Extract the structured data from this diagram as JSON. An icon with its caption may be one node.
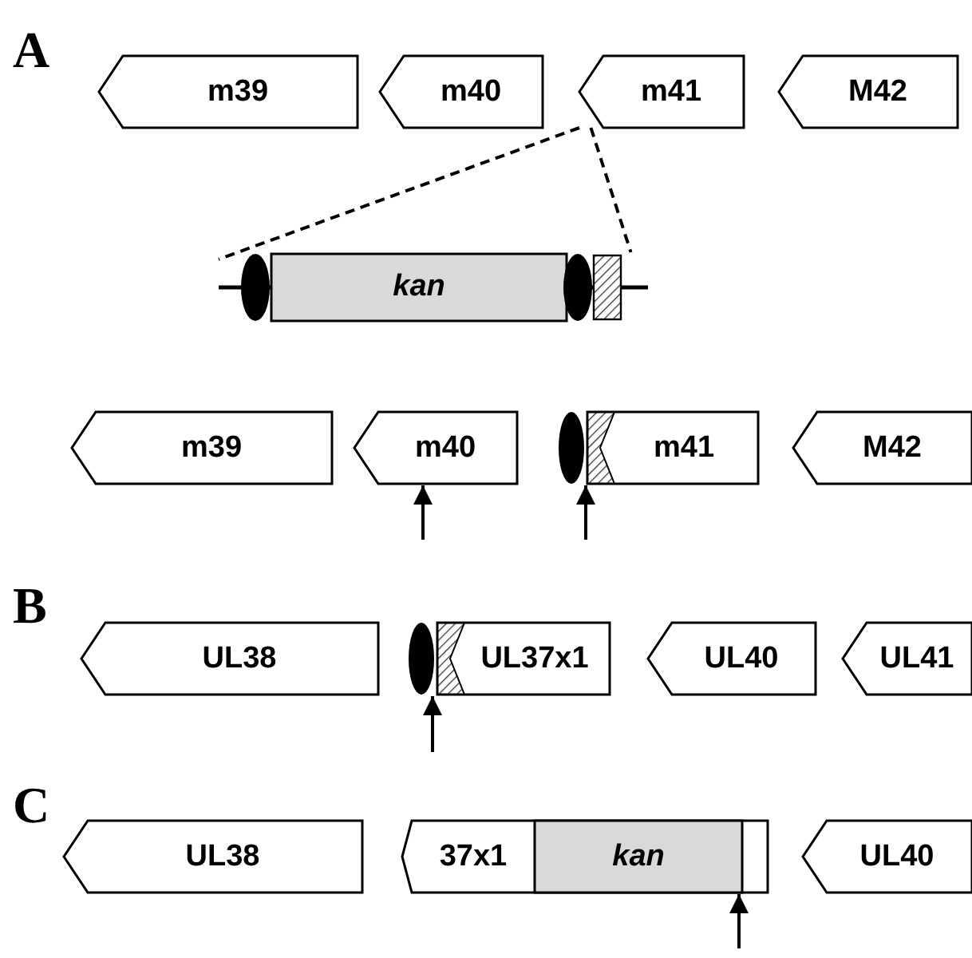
{
  "diagram": {
    "nodes": [
      {
        "text": [
          "m39"
        ]
      },
      {
        "text": [
          "m40"
        ]
      },
      {
        "text": [
          "m41"
        ]
      },
      {
        "text": [
          "M42"
        ]
      },
      {
        "text": [
          "kan"
        ]
      },
      {
        "text": [
          "m39"
        ]
      },
      {
        "text": [
          "m40"
        ]
      },
      {
        "text": [
          "m41"
        ]
      },
      {
        "text": [
          "M42"
        ]
      },
      {
        "text": [
          "UL38"
        ]
      },
      {
        "text": [
          "UL37x1"
        ]
      },
      {
        "text": [
          "UL40"
        ]
      },
      {
        "text": [
          "UL41"
        ]
      },
      {
        "text": [
          "UL38"
        ]
      },
      {
        "text": [
          "37x1",
          "kan"
        ]
      },
      {
        "text": [
          "UL40"
        ]
      }
    ],
    "edges": [
      {
        "from": 2,
        "to": 4,
        "arrow": "none",
        "style": "dashed"
      },
      {
        "from": 2,
        "to": 4,
        "arrow": "none",
        "style": "dashed"
      },
      {
        "from": null,
        "to": 6,
        "arrow": "to"
      },
      {
        "from": null,
        "to": 7,
        "arrow": "to"
      },
      {
        "from": null,
        "to": 10,
        "arrow": "to"
      },
      {
        "from": null,
        "to": 14,
        "arrow": "to"
      }
    ],
    "labels": [
      "A",
      "B",
      "C"
    ]
  }
}
